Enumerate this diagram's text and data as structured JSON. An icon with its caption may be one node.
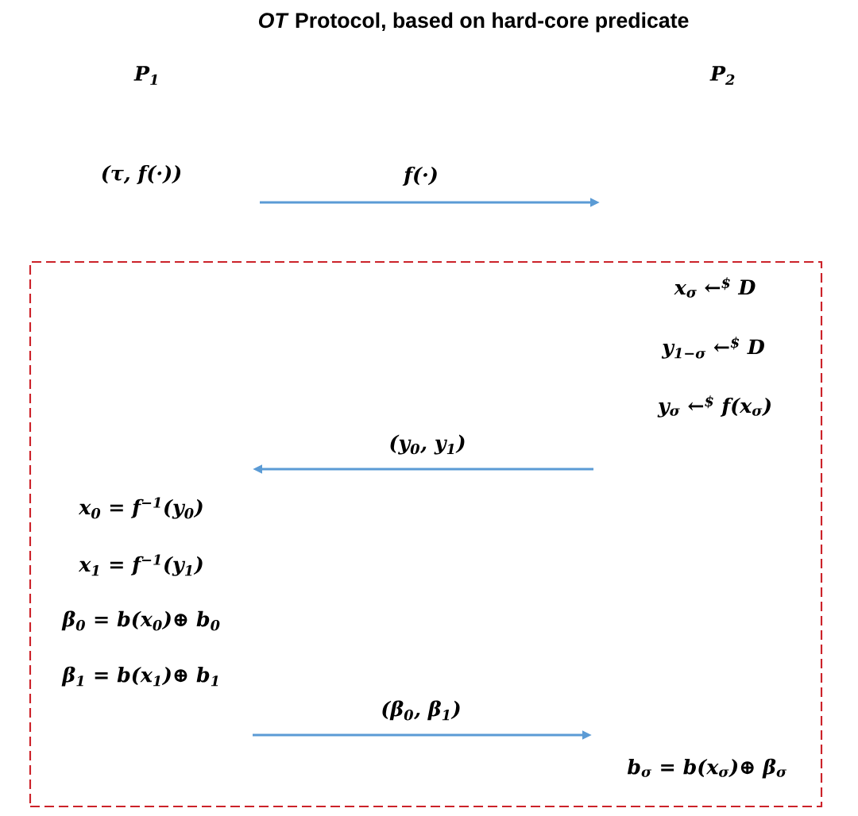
{
  "diagram": {
    "title": "*OT* Protocol, based on hard-core predicate",
    "nodes": [
      {
        "text": [
          "x$_{σ}$ ←$^{$}$ D",
          "y$_{1−σ}$ ←$^{$}$ D",
          "y$_{σ}$ ←$^{$}$ f(x$_{σ}$)",
          "(y$_{0}$, y$_{1}$)",
          "x$_{0}$ = f$^{−1}$(y$_{0}$)",
          "x$_{1}$ = f$^{−1}$(y$_{1}$)",
          "β$_{0}$ = b(x$_{0}$)⊕ b$_{0}$",
          "β$_{1}$ = b(x$_{1}$)⊕ b$_{1}$",
          "(β$_{0}$, β$_{1}$)",
          "b$_{σ}$ = b(x$_{σ}$)⊕ β$_{σ}$"
        ]
      }
    ],
    "labels": [
      "P$_{1}$",
      "P$_{2}$",
      "(τ, f(·))",
      "f(·)"
    ]
  }
}
